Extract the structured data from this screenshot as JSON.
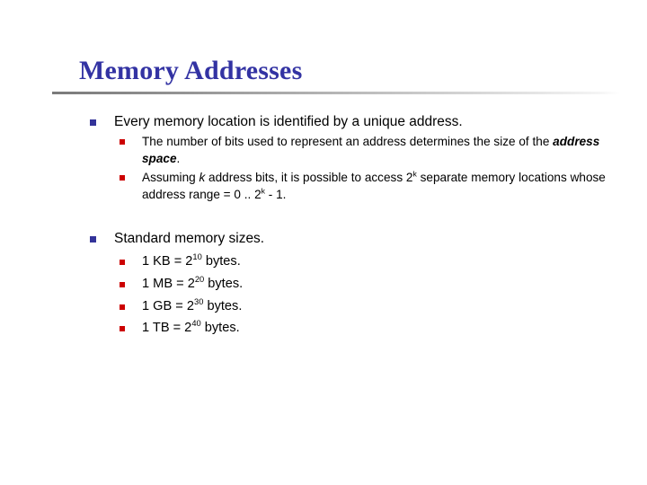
{
  "slide": {
    "title": "Memory Addresses",
    "background_color": "#ffffff",
    "title_color": "#3333a3",
    "bullet_level1_color": "#333399",
    "bullet_level2_color": "#cc0000",
    "divider": "gradient-rule"
  },
  "content": {
    "bullet1": {
      "text": "Every memory location is identified by a unique address.",
      "sub": [
        {
          "part1": "The number of bits used to represent an address determines the size of the ",
          "emphasis": "address space",
          "part2": "."
        },
        {
          "part1": "Assuming ",
          "italic1": "k",
          "part2": " address bits, it is possible to access 2",
          "sup1": "k",
          "part3": " separate memory locations whose address range = 0 .. 2",
          "sup2": "k",
          "part4": " - 1."
        }
      ]
    },
    "bullet2": {
      "text": "Standard memory sizes.",
      "sub": [
        {
          "label": "1 KB = 2",
          "exponent": "10",
          "suffix": " bytes."
        },
        {
          "label": "1 MB = 2",
          "exponent": "20",
          "suffix": " bytes."
        },
        {
          "label": "1 GB = 2",
          "exponent": "30",
          "suffix": " bytes."
        },
        {
          "label": "1 TB = 2",
          "exponent": "40",
          "suffix": " bytes."
        }
      ]
    }
  }
}
